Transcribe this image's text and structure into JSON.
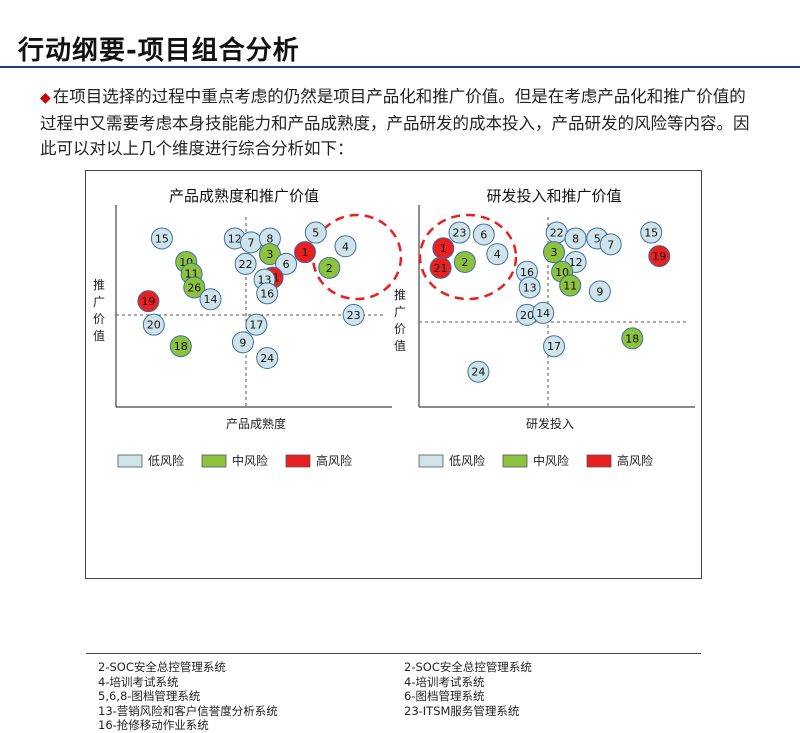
{
  "page": {
    "title": "行动纲要-项目组合分析",
    "intro": "在项目选择的过程中重点考虑的仍然是项目产品化和推广价值。但是在考虑产品化和推广价值的过程中又需要考虑本身技能能力和产品成熟度，产品研发的成本投入，产品研发的风险等内容。因此可以对以上几个维度进行综合分析如下："
  },
  "colors": {
    "low": "#cfe3ea",
    "mid": "#8dc23f",
    "high": "#e8201f",
    "circle_stroke": "#3f6f9f",
    "highlight": "#e8201f",
    "title_rule": "#1f3f7a"
  },
  "legend": [
    {
      "key": "low",
      "label": "低风险"
    },
    {
      "key": "mid",
      "label": "中风险"
    },
    {
      "key": "high",
      "label": "高风险"
    }
  ],
  "panels": [
    {
      "title": "产品成熟度和推广价值",
      "x_label": "产品成熟度",
      "y_label": "推广价值",
      "points": [
        {
          "id": "15",
          "risk": "low",
          "x": 1.7,
          "y": 8.6
        },
        {
          "id": "10",
          "risk": "mid",
          "x": 2.6,
          "y": 7.4
        },
        {
          "id": "11",
          "risk": "mid",
          "x": 2.8,
          "y": 6.8
        },
        {
          "id": "26",
          "risk": "mid",
          "x": 2.9,
          "y": 6.1
        },
        {
          "id": "14",
          "risk": "low",
          "x": 3.5,
          "y": 5.5
        },
        {
          "id": "19",
          "risk": "high",
          "x": 1.2,
          "y": 5.4
        },
        {
          "id": "20",
          "risk": "low",
          "x": 1.4,
          "y": 4.2
        },
        {
          "id": "18",
          "risk": "mid",
          "x": 2.4,
          "y": 3.1
        },
        {
          "id": "12",
          "risk": "low",
          "x": 4.4,
          "y": 8.6
        },
        {
          "id": "7",
          "risk": "low",
          "x": 5.0,
          "y": 8.4
        },
        {
          "id": "22",
          "risk": "low",
          "x": 4.8,
          "y": 7.3
        },
        {
          "id": "8",
          "risk": "low",
          "x": 5.7,
          "y": 8.6
        },
        {
          "id": "3",
          "risk": "mid",
          "x": 5.7,
          "y": 7.8
        },
        {
          "id": "6",
          "risk": "low",
          "x": 6.3,
          "y": 7.3
        },
        {
          "id": "1",
          "risk": "high",
          "x": 7.0,
          "y": 7.9
        },
        {
          "id": "5",
          "risk": "low",
          "x": 7.4,
          "y": 8.9
        },
        {
          "id": "4",
          "risk": "low",
          "x": 8.5,
          "y": 8.2
        },
        {
          "id": "2",
          "risk": "mid",
          "x": 7.9,
          "y": 7.1
        },
        {
          "id": "21",
          "risk": "high",
          "x": 5.8,
          "y": 6.6
        },
        {
          "id": "13",
          "risk": "low",
          "x": 5.5,
          "y": 6.5
        },
        {
          "id": "16",
          "risk": "low",
          "x": 5.6,
          "y": 5.8
        },
        {
          "id": "23",
          "risk": "low",
          "x": 8.8,
          "y": 4.7
        },
        {
          "id": "17",
          "risk": "low",
          "x": 5.2,
          "y": 4.2
        },
        {
          "id": "9",
          "risk": "low",
          "x": 4.7,
          "y": 3.3
        },
        {
          "id": "24",
          "risk": "low",
          "x": 5.6,
          "y": 2.5
        }
      ],
      "notes": [
        "2-SOC安全总控管理系统",
        "4-培训考试系统",
        "5,6,8-图档管理系统",
        "13-营销风险和客户信誉度分析系统",
        "16-抢修移动作业系统"
      ]
    },
    {
      "title": "研发投入和推广价值",
      "x_label": "研发投入",
      "y_label": "推广价值",
      "points": [
        {
          "id": "23",
          "risk": "low",
          "x": 1.5,
          "y": 8.9
        },
        {
          "id": "6",
          "risk": "low",
          "x": 2.4,
          "y": 8.8
        },
        {
          "id": "1",
          "risk": "high",
          "x": 0.9,
          "y": 8.1
        },
        {
          "id": "2",
          "risk": "mid",
          "x": 1.7,
          "y": 7.4
        },
        {
          "id": "4",
          "risk": "low",
          "x": 2.9,
          "y": 7.8
        },
        {
          "id": "21",
          "risk": "high",
          "x": 0.8,
          "y": 7.1
        },
        {
          "id": "22",
          "risk": "low",
          "x": 5.1,
          "y": 8.9
        },
        {
          "id": "8",
          "risk": "low",
          "x": 5.8,
          "y": 8.6
        },
        {
          "id": "5",
          "risk": "low",
          "x": 6.6,
          "y": 8.6
        },
        {
          "id": "7",
          "risk": "low",
          "x": 7.1,
          "y": 8.3
        },
        {
          "id": "15",
          "risk": "low",
          "x": 8.6,
          "y": 8.9
        },
        {
          "id": "3",
          "risk": "mid",
          "x": 5.0,
          "y": 7.9
        },
        {
          "id": "12",
          "risk": "low",
          "x": 5.8,
          "y": 7.4
        },
        {
          "id": "10",
          "risk": "mid",
          "x": 5.3,
          "y": 6.9
        },
        {
          "id": "19",
          "risk": "high",
          "x": 8.9,
          "y": 7.7
        },
        {
          "id": "16",
          "risk": "low",
          "x": 4.0,
          "y": 6.9
        },
        {
          "id": "13",
          "risk": "low",
          "x": 4.1,
          "y": 6.1
        },
        {
          "id": "11",
          "risk": "mid",
          "x": 5.6,
          "y": 6.2
        },
        {
          "id": "9",
          "risk": "low",
          "x": 6.7,
          "y": 5.9
        },
        {
          "id": "20",
          "risk": "low",
          "x": 4.0,
          "y": 4.7
        },
        {
          "id": "14",
          "risk": "low",
          "x": 4.6,
          "y": 4.8
        },
        {
          "id": "18",
          "risk": "mid",
          "x": 7.9,
          "y": 3.5
        },
        {
          "id": "17",
          "risk": "low",
          "x": 5.0,
          "y": 3.1
        },
        {
          "id": "24",
          "risk": "low",
          "x": 2.2,
          "y": 1.8
        }
      ],
      "notes": [
        "2-SOC安全总控管理系统",
        "4-培训考试系统",
        "6-图档管理系统",
        "23-ITSM服务管理系统"
      ]
    }
  ]
}
